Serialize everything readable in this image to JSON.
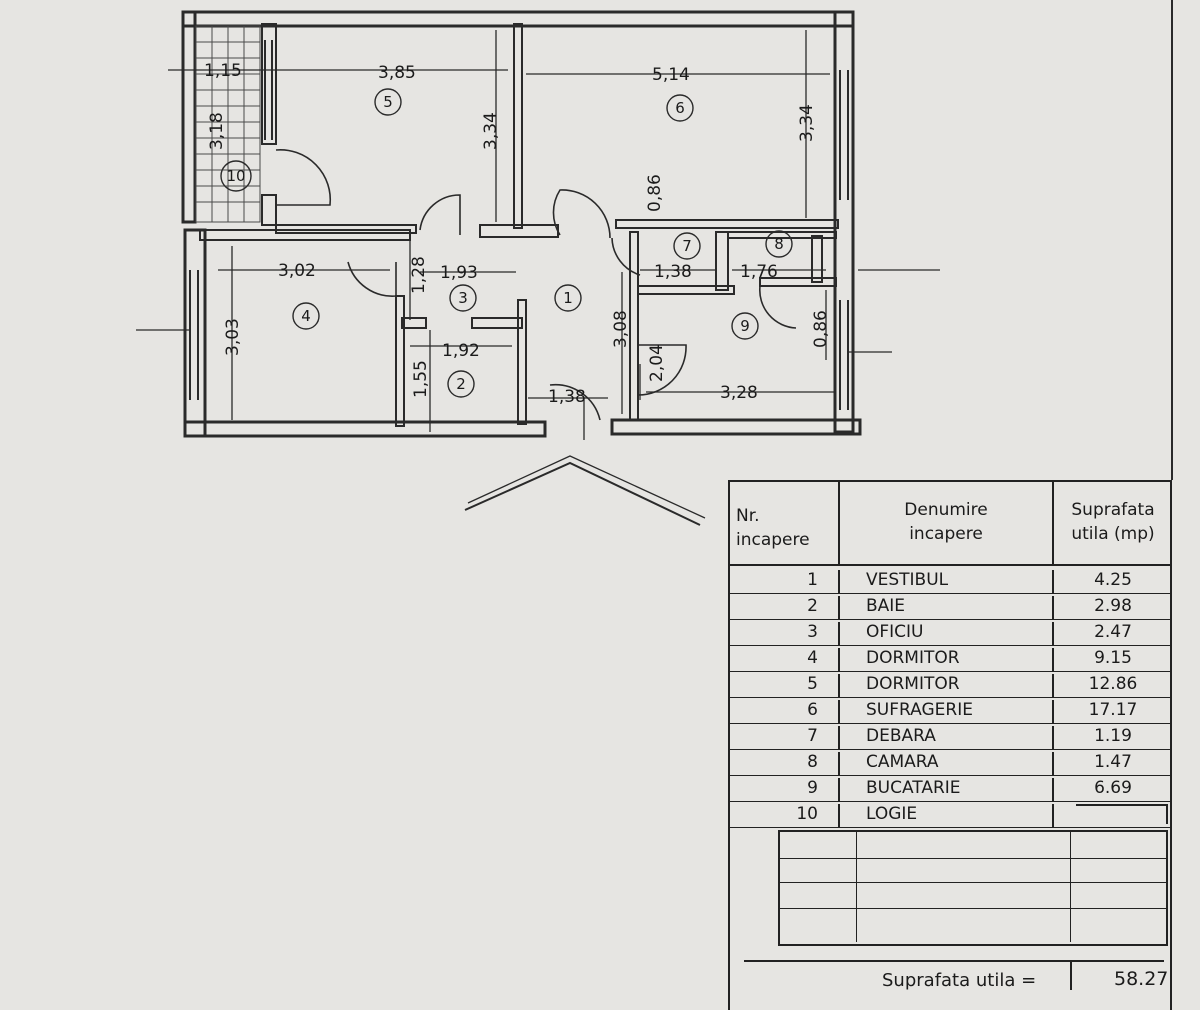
{
  "plan": {
    "dimensions": {
      "logia_width": "1,15",
      "logia_height": "3,18",
      "room5_width": "3,85",
      "room5_height": "3,34",
      "room6_width": "5,14",
      "room6_height": "3,34",
      "hall_door": "0,86",
      "room4_width": "3,02",
      "room4_height": "3,03",
      "office_height": "1,28",
      "office_width": "1,93",
      "bath_width": "1,92",
      "bath_height": "1,55",
      "entry_width": "1,38",
      "hall_height": "3,08",
      "kitchen_door": "2,04",
      "storage_width": "1,38",
      "pantry_width": "1,76",
      "pantry_door": "0,86",
      "kitchen_width": "3,28"
    },
    "room_numbers": [
      "1",
      "2",
      "3",
      "4",
      "5",
      "6",
      "7",
      "8",
      "9",
      "10"
    ]
  },
  "table": {
    "header_nr": [
      "Nr.",
      "incapere"
    ],
    "header_name": [
      "Denumire",
      "incapere"
    ],
    "header_area": [
      "Suprafata",
      "utila (mp)"
    ],
    "rows": [
      {
        "nr": "1",
        "name": "VESTIBUL",
        "area": "4.25"
      },
      {
        "nr": "2",
        "name": "BAIE",
        "area": "2.98"
      },
      {
        "nr": "3",
        "name": "OFICIU",
        "area": "2.47"
      },
      {
        "nr": "4",
        "name": "DORMITOR",
        "area": "9.15"
      },
      {
        "nr": "5",
        "name": "DORMITOR",
        "area": "12.86"
      },
      {
        "nr": "6",
        "name": "SUFRAGERIE",
        "area": "17.17"
      },
      {
        "nr": "7",
        "name": "DEBARA",
        "area": "1.19"
      },
      {
        "nr": "8",
        "name": "CAMARA",
        "area": "1.47"
      },
      {
        "nr": "9",
        "name": "BUCATARIE",
        "area": "6.69"
      },
      {
        "nr": "10",
        "name": "LOGIE",
        "area": ""
      }
    ],
    "total_label": "Suprafata utila =",
    "total_value": "58.27"
  }
}
